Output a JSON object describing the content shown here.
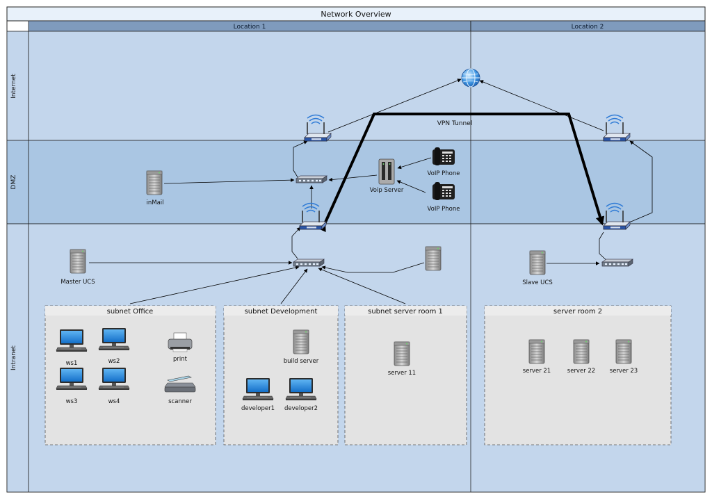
{
  "title": "Network Overview",
  "columns": {
    "location1": "Location 1",
    "location2": "Location 2"
  },
  "rows": {
    "internet": "Internet",
    "dmz": "DMZ",
    "intranet": "Intranet"
  },
  "groups": {
    "office": "subnet Office",
    "development": "subnet Development",
    "server_room_1": "subnet server room 1",
    "server_room_2": "server room 2"
  },
  "labels": {
    "vpn_tunnel": "VPN Tunnel",
    "inmail": "inMail",
    "voip_server": "Voip Server",
    "voip_phone_1": "VoIP Phone",
    "voip_phone_2": "VoIP Phone",
    "master_ucs": "Master UCS",
    "slave_ucs": "Slave UCS",
    "ws1": "ws1",
    "ws2": "ws2",
    "ws3": "ws3",
    "ws4": "ws4",
    "print": "print",
    "scanner": "scanner",
    "build_server": "build server",
    "developer1": "developer1",
    "developer2": "developer2",
    "server_11": "server 11",
    "server_21": "server 21",
    "server_22": "server 22",
    "server_23": "server 23"
  },
  "colors": {
    "header_blue": "#7f9bbd",
    "title_bg": "#e8f1fa",
    "internet_band": "#c3d6ec",
    "dmz_band": "#aac6e3",
    "intranet_band": "#c3d6ec",
    "subnet_bg": "#e3e3e3"
  }
}
